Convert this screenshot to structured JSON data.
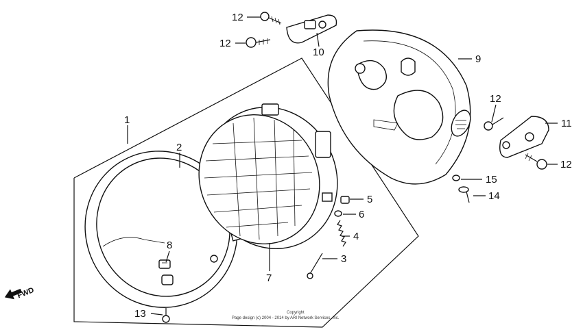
{
  "diagram": {
    "callouts": [
      {
        "id": "c1",
        "label": "1"
      },
      {
        "id": "c2",
        "label": "2"
      },
      {
        "id": "c3",
        "label": "3"
      },
      {
        "id": "c4",
        "label": "4"
      },
      {
        "id": "c5",
        "label": "5"
      },
      {
        "id": "c6",
        "label": "6"
      },
      {
        "id": "c7",
        "label": "7"
      },
      {
        "id": "c8",
        "label": "8"
      },
      {
        "id": "c9",
        "label": "9"
      },
      {
        "id": "c10",
        "label": "10"
      },
      {
        "id": "c11",
        "label": "11"
      },
      {
        "id": "c12a",
        "label": "12"
      },
      {
        "id": "c12b",
        "label": "12"
      },
      {
        "id": "c12c",
        "label": "12"
      },
      {
        "id": "c12d",
        "label": "12"
      },
      {
        "id": "c13",
        "label": "13"
      },
      {
        "id": "c14",
        "label": "14"
      },
      {
        "id": "c15",
        "label": "15"
      }
    ],
    "fwd_label": "FWD",
    "copyright_line1": "Copyright",
    "copyright_line2": "Page design (c) 2004 - 2014 by ARI Network Services, Inc."
  }
}
